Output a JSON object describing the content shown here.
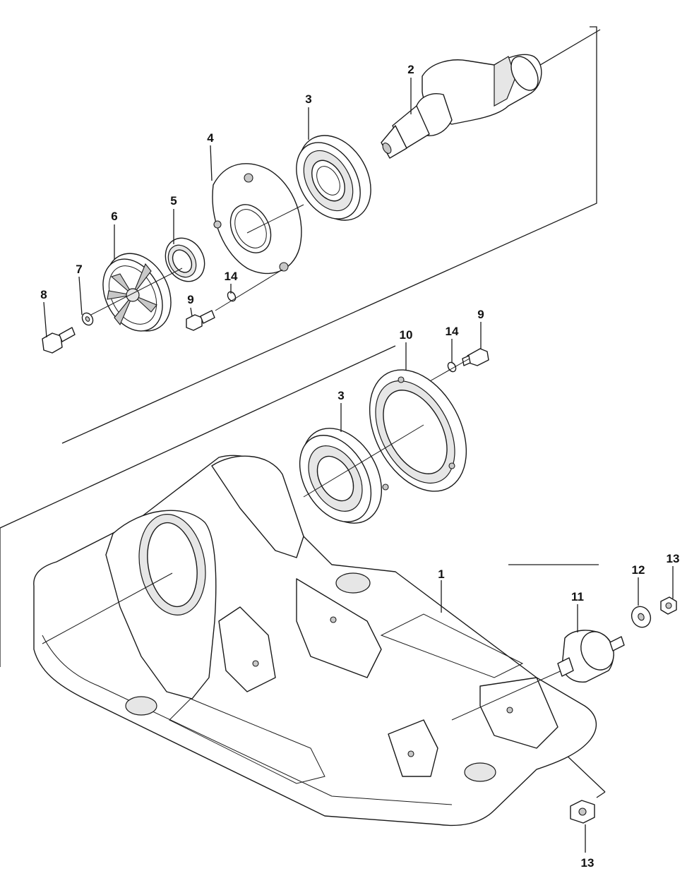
{
  "callouts": [
    {
      "id": "c1",
      "label": "1"
    },
    {
      "id": "c2",
      "label": "2"
    },
    {
      "id": "c3a",
      "label": "3"
    },
    {
      "id": "c3b",
      "label": "3"
    },
    {
      "id": "c4",
      "label": "4"
    },
    {
      "id": "c5",
      "label": "5"
    },
    {
      "id": "c6",
      "label": "6"
    },
    {
      "id": "c7",
      "label": "7"
    },
    {
      "id": "c8",
      "label": "8"
    },
    {
      "id": "c9a",
      "label": "9"
    },
    {
      "id": "c9b",
      "label": "9"
    },
    {
      "id": "c10",
      "label": "10"
    },
    {
      "id": "c11",
      "label": "11"
    },
    {
      "id": "c12",
      "label": "12"
    },
    {
      "id": "c13a",
      "label": "13"
    },
    {
      "id": "c13b",
      "label": "13"
    },
    {
      "id": "c14a",
      "label": "14"
    },
    {
      "id": "c14b",
      "label": "14"
    }
  ]
}
